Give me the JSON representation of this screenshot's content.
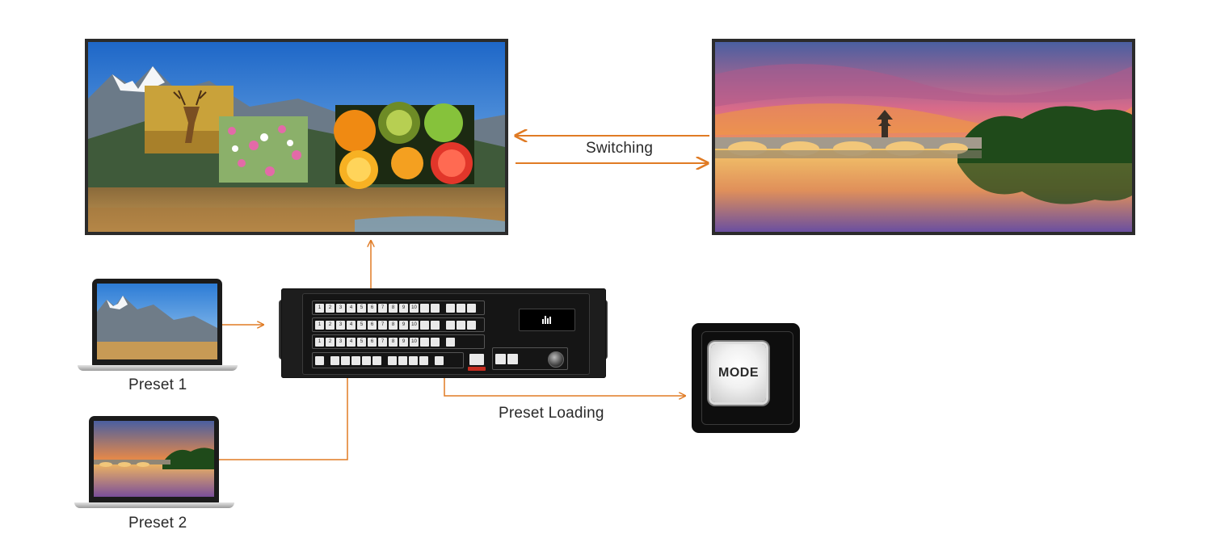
{
  "labels": {
    "switching": "Switching",
    "preset_1": "Preset 1",
    "preset_2": "Preset 2",
    "preset_loading": "Preset Loading"
  },
  "controller": {
    "row_keys": [
      "1",
      "2",
      "3",
      "4",
      "5",
      "6",
      "7",
      "8",
      "9",
      "10"
    ],
    "mode_key": "MODE"
  },
  "colors": {
    "arrow": "#e07b24",
    "text": "#2a2a2a"
  }
}
